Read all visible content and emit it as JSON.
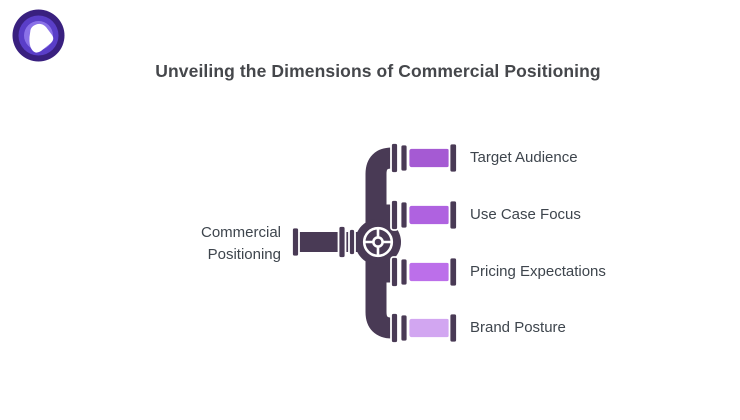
{
  "title": "Unveiling the Dimensions of Commercial Positioning",
  "logo": {
    "icon": "brand-logo-icon",
    "colors": {
      "outer": "#39207F",
      "mid": "#5A3EC8",
      "inner": "#8A71E8",
      "pick": "#FFFFFF"
    }
  },
  "diagram": {
    "type": "pipe-branching-diagram",
    "pipe_color": "#493A55",
    "text_color": "#3E454D",
    "source_label": "Commercial Positioning",
    "valve_icon": "handwheel-valve-icon",
    "branches": [
      {
        "label": "Target Audience",
        "color": "#A55AD3"
      },
      {
        "label": "Use Case Focus",
        "color": "#AF62E0"
      },
      {
        "label": "Pricing Expectations",
        "color": "#BC6FEA"
      },
      {
        "label": "Brand Posture",
        "color": "#D2A6F1"
      }
    ]
  }
}
